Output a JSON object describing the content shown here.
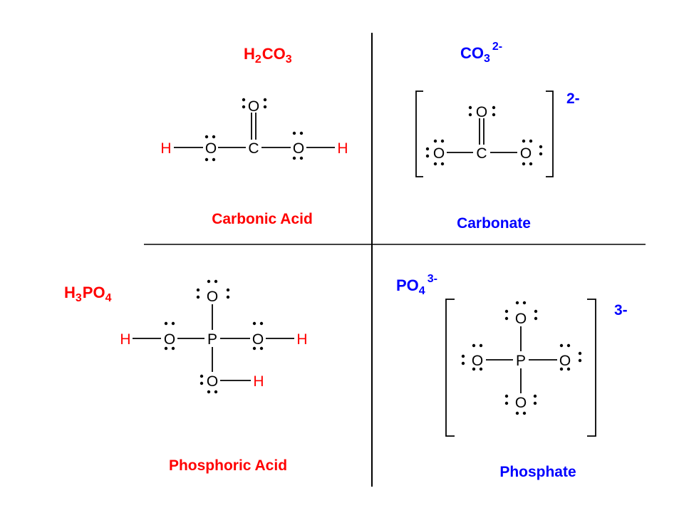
{
  "colors": {
    "acid": "#ff0000",
    "ion": "#0000ff",
    "structure": "#000000"
  },
  "q1": {
    "formula": {
      "a": "H",
      "a_sub": "2",
      "b": "CO",
      "b_sub": "3"
    },
    "name": "Carbonic Acid",
    "atoms": {
      "o_top": "O",
      "h_left": "H",
      "o_left": "O",
      "c": "C",
      "o_right": "O",
      "h_right": "H"
    }
  },
  "q2": {
    "formula": {
      "a": "CO",
      "a_sub": "3",
      "charge": "2-"
    },
    "charge": "2-",
    "name": "Carbonate",
    "atoms": {
      "o_top": "O",
      "o_left": "O",
      "c": "C",
      "o_right": "O"
    }
  },
  "q3": {
    "formula": {
      "a": "H",
      "a_sub": "3",
      "b": "PO",
      "b_sub": "4"
    },
    "name": "Phosphoric Acid",
    "atoms": {
      "o_top": "O",
      "h_left": "H",
      "o_left": "O",
      "p": "P",
      "o_right": "O",
      "h_right": "H",
      "o_bottom": "O",
      "h_bottom": "H"
    }
  },
  "q4": {
    "formula": {
      "a": "PO",
      "a_sub": "4",
      "charge": "3-"
    },
    "charge": "3-",
    "name": "Phosphate",
    "atoms": {
      "o_top": "O",
      "o_left": "O",
      "p": "P",
      "o_right": "O",
      "o_bottom": "O"
    }
  }
}
